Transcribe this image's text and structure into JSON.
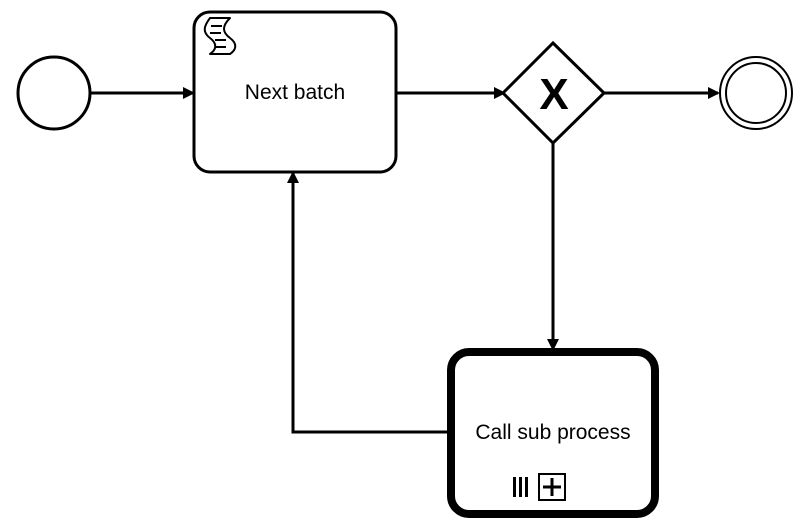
{
  "diagram": {
    "type": "bpmn-process",
    "start_event": {
      "kind": "none-start-event"
    },
    "tasks": [
      {
        "id": "next-batch",
        "kind": "script-task",
        "label": "Next batch",
        "icon": "script-icon"
      },
      {
        "id": "call-sub-process",
        "kind": "call-activity",
        "label": "Call sub process",
        "markers": [
          "parallel-multi-instance-icon",
          "collapsed-subprocess-plus-icon"
        ]
      }
    ],
    "gateway": {
      "kind": "exclusive-gateway",
      "mark": "X"
    },
    "end_event": {
      "kind": "none-end-event"
    },
    "flows": [
      {
        "from": "start",
        "to": "next-batch"
      },
      {
        "from": "next-batch",
        "to": "gateway"
      },
      {
        "from": "gateway",
        "to": "end"
      },
      {
        "from": "gateway",
        "to": "call-sub-process"
      },
      {
        "from": "call-sub-process",
        "to": "next-batch"
      }
    ],
    "colors": {
      "stroke": "#000000",
      "fill": "#ffffff"
    }
  }
}
